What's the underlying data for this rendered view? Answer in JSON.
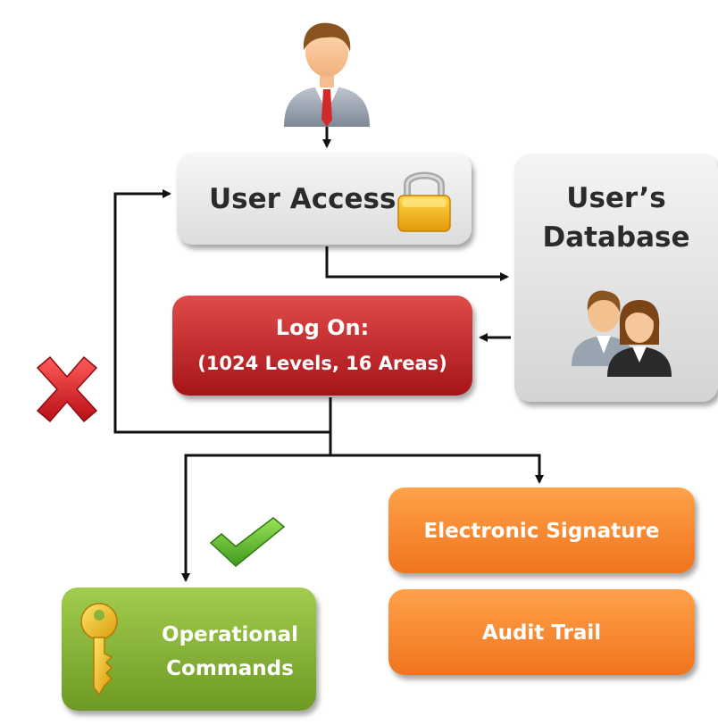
{
  "diagram": {
    "user_access": {
      "label": "User Access"
    },
    "users_database": {
      "line1": "User’s",
      "line2": "Database"
    },
    "log_on": {
      "line1": "Log On:",
      "line2": "(1024 Levels, 16 Areas)"
    },
    "electronic_signature": {
      "label": "Electronic Signature"
    },
    "audit_trail": {
      "label": "Audit Trail"
    },
    "operational_commands": {
      "line1": "Operational",
      "line2": "Commands"
    }
  },
  "icons": {
    "user": "user-icon",
    "lock": "padlock-icon",
    "users_group": "users-group-icon",
    "deny": "red-x-icon",
    "allow": "green-check-icon",
    "key": "key-icon"
  },
  "colors": {
    "user_access_box": "#e6e6e6",
    "database_box": "#e0e0e0",
    "log_on_box": "#c82a2e",
    "orange_box": "#f68a2e",
    "green_box": "#88b43a",
    "connector": "#111111",
    "deny_mark": "#d8232a",
    "allow_mark": "#5cb82a"
  }
}
